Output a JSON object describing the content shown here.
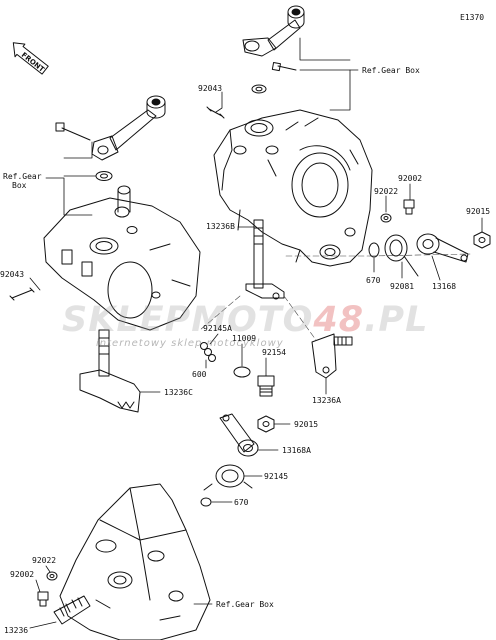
{
  "diagram_code": "E1370",
  "front_badge": "FRONT",
  "watermark": {
    "brand_part1": "SKLEPMOTO",
    "brand_part2": "48",
    "brand_part3": ".PL",
    "tagline": "internetowy sklep motocyklowy",
    "colors": {
      "main": "#9a9a9a",
      "accent": "#d42828"
    }
  },
  "callouts": {
    "ref_gear_box_top": "Ref.Gear Box",
    "p92043_top": "92043",
    "ref_gear_box_left_line1": "Ref.Gear",
    "ref_gear_box_left_line2": "Box",
    "p92002_right": "92002",
    "p92022_right": "92022",
    "p92015_right": "92015",
    "p13236B": "13236B",
    "p92043_left": "92043",
    "p670_right": "670",
    "p92081": "92081",
    "p13168": "13168",
    "p92145A": "92145A",
    "p11009": "11009",
    "p92154": "92154",
    "p600": "600",
    "p13236C": "13236C",
    "p13236A": "13236A",
    "p92015_mid": "92015",
    "p13168A": "13168A",
    "p92145": "92145",
    "p670_mid": "670",
    "p92022_left": "92022",
    "p92002_left": "92002",
    "ref_gear_box_bottom": "Ref.Gear Box",
    "p13236_bottom": "13236"
  }
}
